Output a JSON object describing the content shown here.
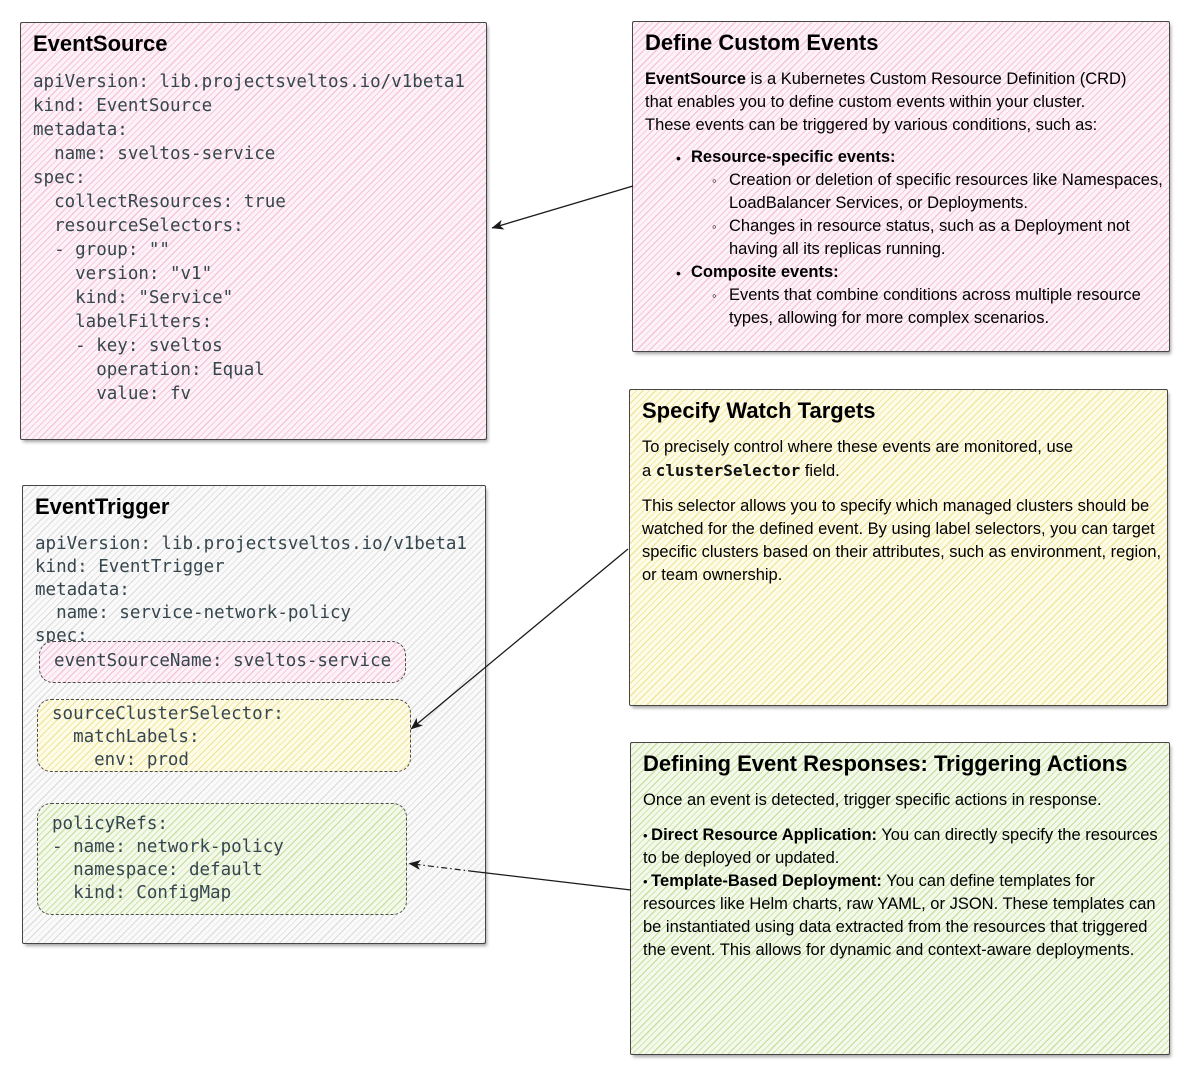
{
  "colors": {
    "pink_base": "#fdf2f7",
    "yellow_base": "#fefce8",
    "green_base": "#f4f9ec",
    "gray_base": "#fafafa",
    "border": "#464646",
    "code_text": "#36464e",
    "arrow": "#1a1a1a"
  },
  "event_source_box": {
    "title": "EventSource",
    "yaml": "apiVersion: lib.projectsveltos.io/v1beta1\nkind: EventSource\nmetadata:\n  name: sveltos-service\nspec:\n  collectResources: true\n  resourceSelectors:\n  - group: \"\"\n    version: \"v1\"\n    kind: \"Service\"\n    labelFilters:\n    - key: sveltos\n      operation: Equal\n      value: fv"
  },
  "event_trigger_box": {
    "title": "EventTrigger",
    "yaml_head": "apiVersion: lib.projectsveltos.io/v1beta1\nkind: EventTrigger\nmetadata:\n  name: service-network-policy\nspec:",
    "event_source_name_chip": "eventSourceName: sveltos-service",
    "cluster_selector_chip": "sourceClusterSelector:\n  matchLabels:\n    env: prod",
    "policy_refs_chip": "policyRefs:\n- name: network-policy\n  namespace: default\n  kind: ConfigMap"
  },
  "define_custom_events_box": {
    "title": "Define Custom Events",
    "intro_bold": "EventSource",
    "intro_l1_rest": " is a Kubernetes Custom Resource Definition (CRD)",
    "intro_l2": "that enables you to define custom events within your cluster.",
    "intro_l3": "These events can be triggered by various conditions, such as:",
    "bullet1_label": "Resource-specific events:",
    "bullet1_sub1": "Creation or deletion of specific resources like Namespaces, LoadBalancer Services, or Deployments.",
    "bullet1_sub2": "Changes in resource status, such as a Deployment not having all its replicas running.",
    "bullet2_label": "Composite events:",
    "bullet2_sub1": "Events that combine conditions across multiple resource types, allowing for more complex scenarios."
  },
  "specify_watch_targets_box": {
    "title": "Specify Watch Targets",
    "p1_line1": "To precisely control where these events are monitored, use",
    "p1_line2_pre": "a ",
    "p1_code": "clusterSelector",
    "p1_post": " field.",
    "p2": "This selector allows you to specify which managed clusters should be watched for the defined event. By using label selectors, you can target specific clusters based on their attributes, such as environment, region, or team ownership."
  },
  "event_responses_box": {
    "title": "Defining Event Responses: Triggering Actions",
    "intro": "Once an event is detected, trigger specific actions in response.",
    "bullet1_label": "Direct Resource Application:",
    "bullet1_rest": " You can directly specify the resources to be deployed or updated.",
    "bullet2_label": "Template-Based Deployment:",
    "bullet2_rest": " You can define templates for resources like Helm charts, raw YAML, or JSON. These templates can be instantiated using data extracted from the resources that triggered the event. This allows for dynamic and context-aware deployments."
  }
}
